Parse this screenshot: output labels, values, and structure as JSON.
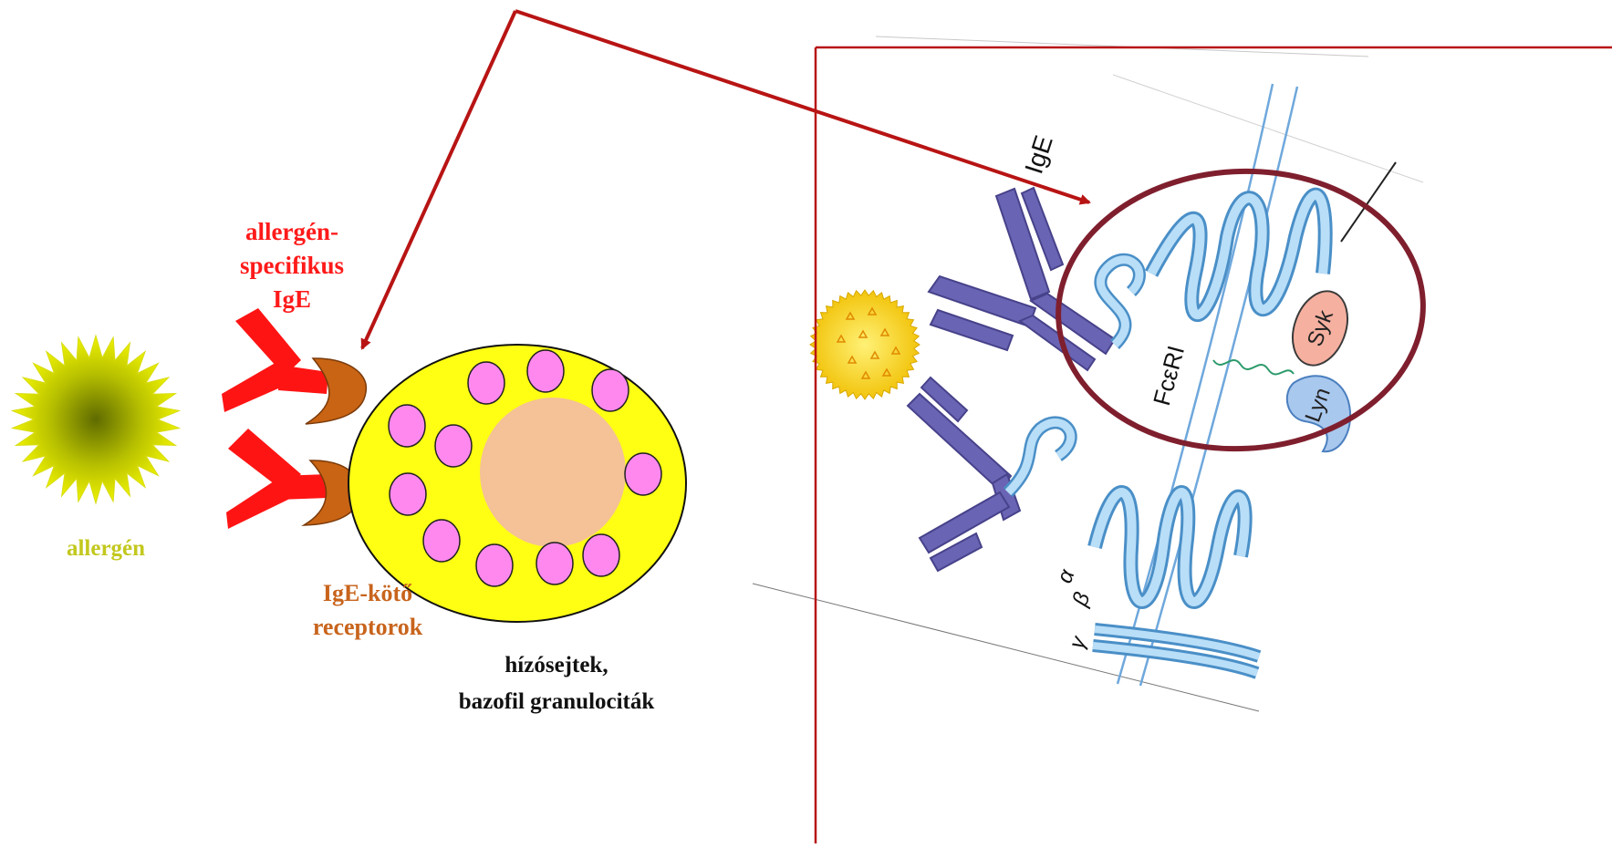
{
  "left_panel": {
    "ige_label_lines": [
      "allergén-",
      "specifikus",
      "IgE"
    ],
    "allergen_label": "allergén",
    "receptor_label_lines": [
      "IgE-kötő",
      "receptorok"
    ],
    "cell_label_lines": [
      "hízósejtek,",
      "bazofil granulociták"
    ]
  },
  "right_panel": {
    "ige_label": "IgE",
    "receptor_label": "FcεRI",
    "syk_label": "Syk",
    "lyn_label": "Lyn",
    "chain_alpha": "α",
    "chain_beta": "β",
    "chain_gamma": "γ"
  },
  "colors": {
    "arrow": "#b81414",
    "frame": "#b81414",
    "ige_red": "#ff1a1a",
    "allergen": "#c3c81e",
    "receptor": "#c8641c",
    "cell_body": "#ffff14",
    "nucleus": "#f5c196",
    "granule": "#ff88ee",
    "antibody": "#6a64b4",
    "membrane": "#8ebfe8",
    "highlight_circle": "#7f1f2e"
  }
}
